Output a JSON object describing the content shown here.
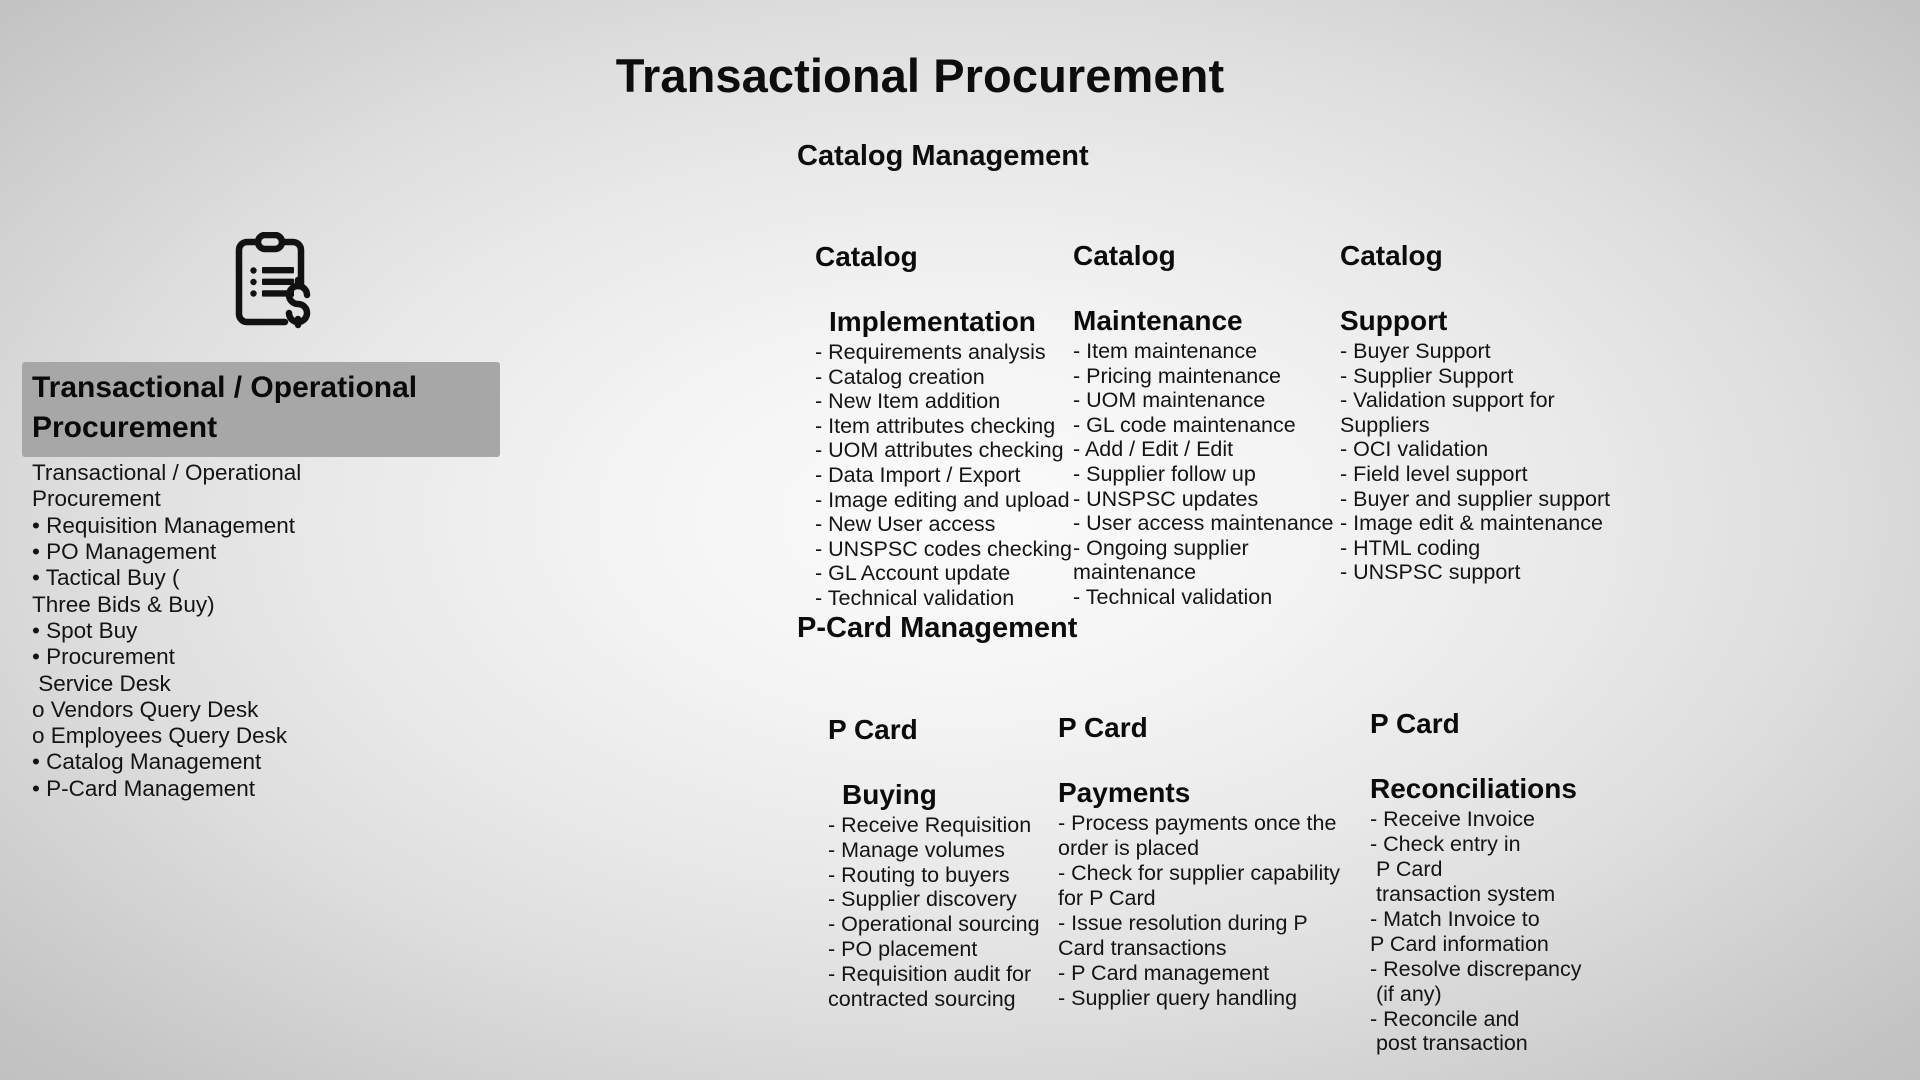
{
  "page": {
    "title": "Transactional Procurement"
  },
  "left_panel": {
    "icon": "clipboard-dollar-icon",
    "title": "Transactional / Operational Procurement",
    "lines": [
      "Transactional / Operational",
      "Procurement",
      "• Requisition Management",
      "• PO Management",
      "• Tactical Buy (",
      "Three Bids & Buy)",
      "• Spot Buy",
      "• Procurement",
      " Service Desk",
      "o Vendors Query Desk",
      "o Employees Query Desk",
      "• Catalog Management",
      "• P-Card Management"
    ]
  },
  "sections": {
    "catalog": {
      "heading": "Catalog Management",
      "columns": [
        {
          "title": "Catalog Implementation",
          "title_line1": "Catalog",
          "title_line2": "Implementation",
          "items": [
            "- Requirements analysis",
            "- Catalog creation",
            "- New Item addition",
            "- Item attributes checking",
            "- UOM attributes checking",
            "- Data Import / Export",
            "- Image editing and upload",
            "- New User access",
            "- UNSPSC codes checking",
            "- GL Account update",
            "- Technical validation"
          ]
        },
        {
          "title": "Catalog Maintenance",
          "title_line1": "Catalog",
          "title_line2": "Maintenance",
          "items": [
            "- Item maintenance",
            "- Pricing maintenance",
            "- UOM maintenance",
            "- GL code maintenance",
            "- Add / Edit / Edit",
            "- Supplier follow up",
            "- UNSPSC updates",
            "- User access maintenance",
            "- Ongoing supplier",
            "maintenance",
            "- Technical validation"
          ]
        },
        {
          "title": "Catalog Support",
          "title_line1": "Catalog",
          "title_line2": "Support",
          "items": [
            "- Buyer Support",
            "- Supplier Support",
            "- Validation support for",
            "Suppliers",
            "- OCI validation",
            "- Field level support",
            "- Buyer and supplier support",
            "- Image edit & maintenance",
            "- HTML coding",
            "- UNSPSC support"
          ]
        }
      ]
    },
    "pcard": {
      "heading": "P-Card Management",
      "columns": [
        {
          "title": "P Card Buying",
          "title_line1": "P Card",
          "title_line2": "Buying",
          "items": [
            "- Receive Requisition",
            "- Manage volumes",
            "- Routing to buyers",
            "- Supplier discovery",
            "- Operational sourcing",
            "- PO placement",
            "- Requisition audit for",
            "contracted sourcing"
          ]
        },
        {
          "title": "P Card Payments",
          "title_line1": "P Card",
          "title_line2": "Payments",
          "items": [
            "- Process payments once the",
            "order is placed",
            "- Check for supplier capability",
            "for P Card",
            "- Issue resolution during P",
            "Card transactions",
            "- P Card management",
            "- Supplier query handling"
          ]
        },
        {
          "title": "P Card Reconciliations",
          "title_line1": "P Card",
          "title_line2": "Reconciliations",
          "items": [
            "- Receive Invoice",
            "- Check entry in",
            " P Card",
            " transaction system",
            "- Match Invoice to",
            "P Card information",
            "- Resolve discrepancy",
            " (if any)",
            "- Reconcile and",
            " post transaction"
          ]
        }
      ]
    }
  },
  "colors": {
    "text": "#141414",
    "heading": "#0d0d0d",
    "panel_title_bg": "#a7a7a7",
    "background_center": "#fbfbfb",
    "background_edge": "#bbbbbb"
  }
}
